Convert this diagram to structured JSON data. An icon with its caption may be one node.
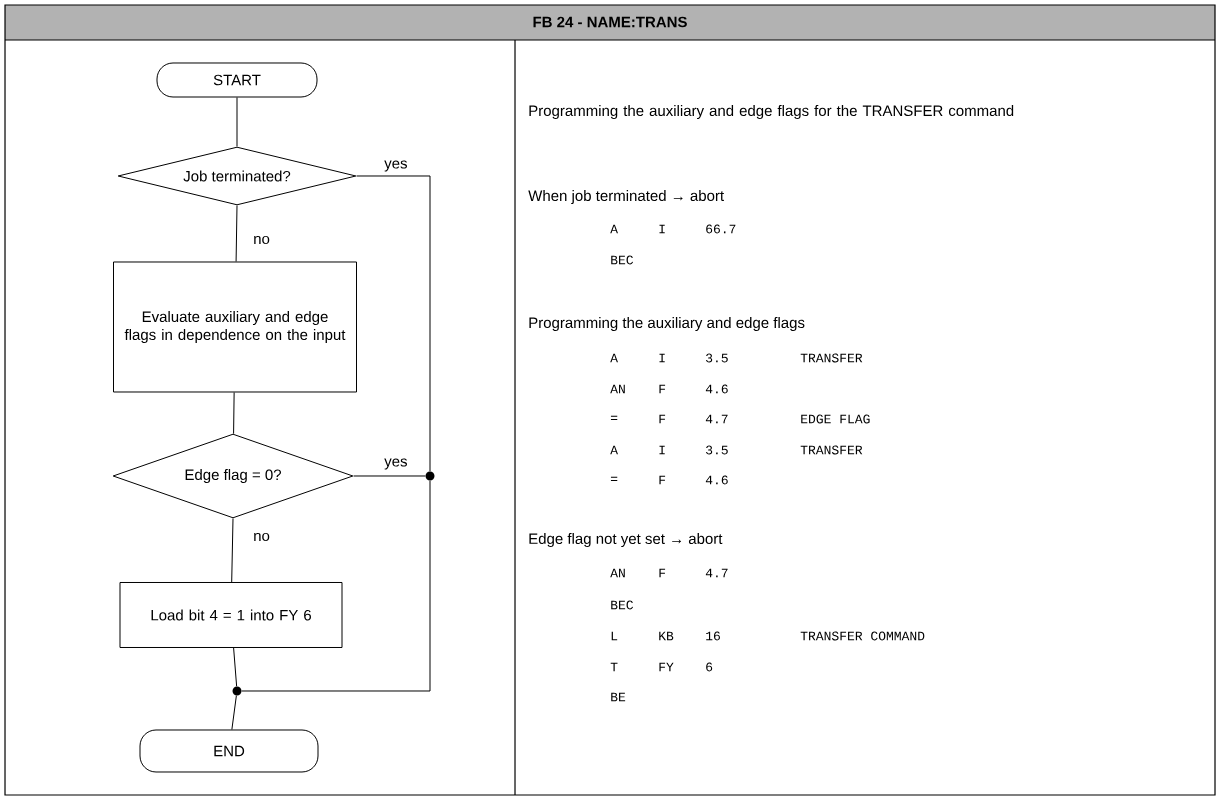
{
  "diagram": {
    "title": "FB 24 - NAME:TRANS",
    "nodes": [
      {
        "text": [
          "START"
        ]
      },
      {
        "text": [
          "Job terminated?"
        ]
      },
      {
        "text": [
          "Evaluate auxiliary and edge flags in dependence on the input"
        ]
      },
      {
        "text": [
          "Edge flag = 0?"
        ]
      },
      {
        "text": [
          "Load bit 4 = 1 into FY 6"
        ]
      },
      {
        "text": [
          "END"
        ]
      },
      {
        "text": [],
        "shape": "circle"
      },
      {
        "text": [],
        "shape": "circle"
      }
    ],
    "edges": [
      {
        "from": 0,
        "to": 1,
        "arrow": "none"
      },
      {
        "from": 1,
        "to": 2,
        "arrow": "none",
        "label": "no"
      },
      {
        "from": 2,
        "to": 3,
        "arrow": "none"
      },
      {
        "from": 3,
        "to": 4,
        "arrow": "none",
        "label": "no"
      },
      {
        "from": 4,
        "to": 7,
        "arrow": "none"
      },
      {
        "from": 7,
        "to": 5,
        "arrow": "none"
      },
      {
        "from": 1,
        "to": 6,
        "arrow": "none",
        "label": "yes"
      },
      {
        "from": 3,
        "to": 6,
        "arrow": "none",
        "label": "yes"
      },
      {
        "from": 6,
        "to": 7,
        "arrow": "none"
      }
    ],
    "labels": [
      "Programming the auxiliary and edge flags for the TRANSFER command",
      "When job terminated → abort",
      "A",
      "I",
      "66.7",
      "BEC",
      "Programming the auxiliary and edge flags",
      "A",
      "I",
      "3.5",
      "TRANSFER",
      "AN",
      "F",
      "4.6",
      "=",
      "F",
      "4.7",
      "EDGE FLAG",
      "A",
      "I",
      "3.5",
      "TRANSFER",
      "=",
      "F",
      "4.6",
      "Edge flag not yet set → abort",
      "AN",
      "F",
      "4.7",
      "BEC",
      "L",
      "KB",
      "16",
      "TRANSFER COMMAND",
      "T",
      "FY",
      "6",
      "BE"
    ]
  }
}
